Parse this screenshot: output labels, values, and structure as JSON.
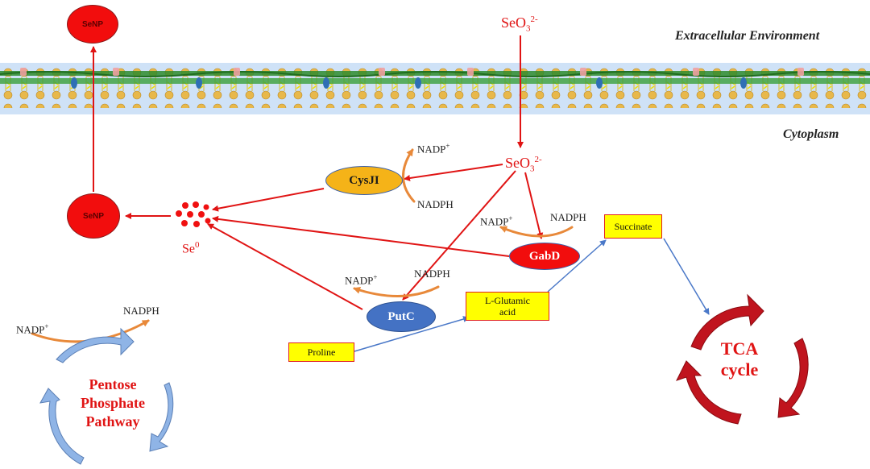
{
  "regions": {
    "extracellular": "Extracellular Environment",
    "cytoplasm": "Cytoplasm"
  },
  "selenite": {
    "base": "SeO",
    "sub": "3",
    "charge": "2-"
  },
  "se0": {
    "base": "Se",
    "sup": "0"
  },
  "senp": "SeNP",
  "enzymes": {
    "cysji": "CysJI",
    "gabd": "GabD",
    "putc": "PutC"
  },
  "cofactors": {
    "nadp": "NADP",
    "plus": "+",
    "nadph": "NADPH"
  },
  "metabolites": {
    "proline": "Proline",
    "glutamic": "L-Glutamic acid",
    "succinate": "Succinate"
  },
  "cycles": {
    "pentose": [
      "Pentose",
      "Phosphate",
      "Pathway"
    ],
    "tca": [
      "TCA",
      "cycle"
    ]
  },
  "colors": {
    "arrow_red": "#e01414",
    "arrow_blue": "#4a78c8",
    "arrow_orange": "#e8893a",
    "membrane_green": "#2e8b2e",
    "membrane_tan": "#e8b84a",
    "cysji_fill": "#f5b318",
    "gabd_fill": "#f20d0d",
    "putc_fill": "#4472c4",
    "box_fill": "#ffff00",
    "pentose_arrow": "#8fb4e6",
    "tca_arrow": "#c0141e"
  }
}
